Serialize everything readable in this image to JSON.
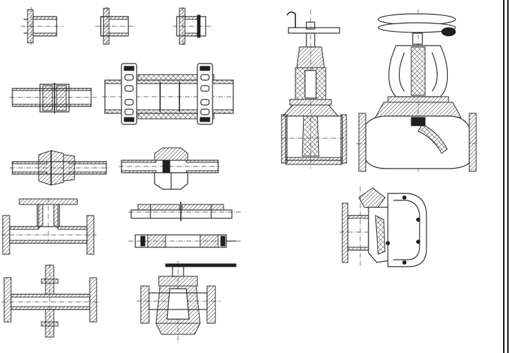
{
  "sheet": {
    "ink_color": "#222222",
    "background_color": "#ffffff",
    "figures": [
      {
        "id": "socket-fitting-plain",
        "kind": "pipe fitting"
      },
      {
        "id": "socket-fitting-collar",
        "kind": "pipe fitting"
      },
      {
        "id": "socket-fitting-ring",
        "kind": "pipe fitting"
      },
      {
        "id": "sleeve-coupling",
        "kind": "pipe joint"
      },
      {
        "id": "clamp-coupling",
        "kind": "pipe joint"
      },
      {
        "id": "union-nut-joint",
        "kind": "pipe joint"
      },
      {
        "id": "union-hex-joint",
        "kind": "pipe joint"
      },
      {
        "id": "flanged-tee",
        "kind": "pipe fitting"
      },
      {
        "id": "flange-pair-upper",
        "kind": "flange"
      },
      {
        "id": "flange-pair-lower",
        "kind": "flange"
      },
      {
        "id": "flanged-cross",
        "kind": "pipe fitting"
      },
      {
        "id": "plug-cock",
        "kind": "valve"
      },
      {
        "id": "gate-valve",
        "kind": "valve"
      },
      {
        "id": "globe-valve",
        "kind": "valve"
      },
      {
        "id": "swing-check-valve",
        "kind": "valve"
      }
    ]
  }
}
